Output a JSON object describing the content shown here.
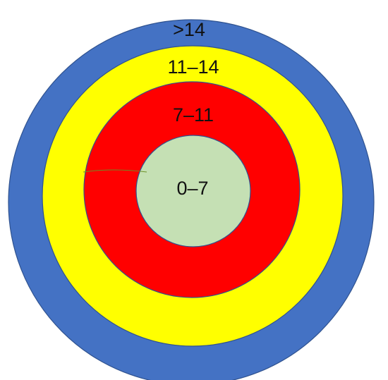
{
  "rings": [
    {
      "label": ">14",
      "color": "#4472c4"
    },
    {
      "label": "11–14",
      "color": "#ffff00"
    },
    {
      "label": "7–11",
      "color": "#ff0000"
    },
    {
      "label": "0–7",
      "color": "#c5e0b4"
    }
  ]
}
